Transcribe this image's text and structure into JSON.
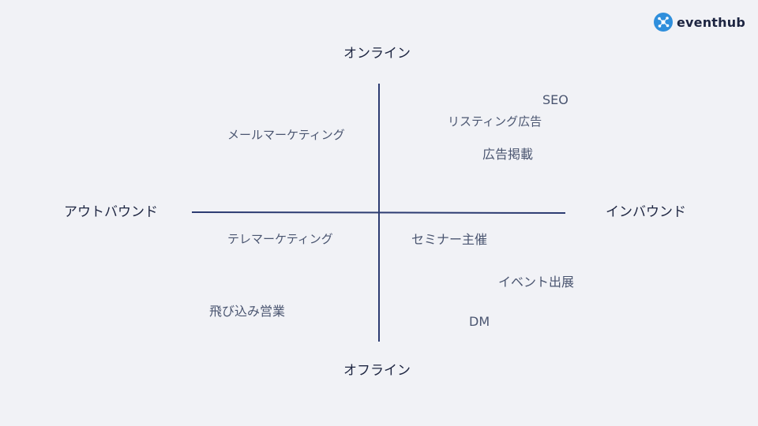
{
  "brand": {
    "name": "eventhub",
    "logo_icon": "eventhub-logo-icon",
    "accent_color": "#2f8fdc"
  },
  "axes": {
    "top": "オンライン",
    "bottom": "オフライン",
    "left": "アウトバウンド",
    "right": "インバウンド",
    "line_color": "#2d3c72"
  },
  "items": {
    "seo": "SEO",
    "listing_ads": "リスティング広告",
    "ad_placement": "広告掲載",
    "email_marketing": "メールマーケティング",
    "telemarketing": "テレマーケティング",
    "cold_sales": "飛び込み営業",
    "seminar": "セミナー主催",
    "event_exhibit": "イベント出展",
    "dm": "DM"
  }
}
